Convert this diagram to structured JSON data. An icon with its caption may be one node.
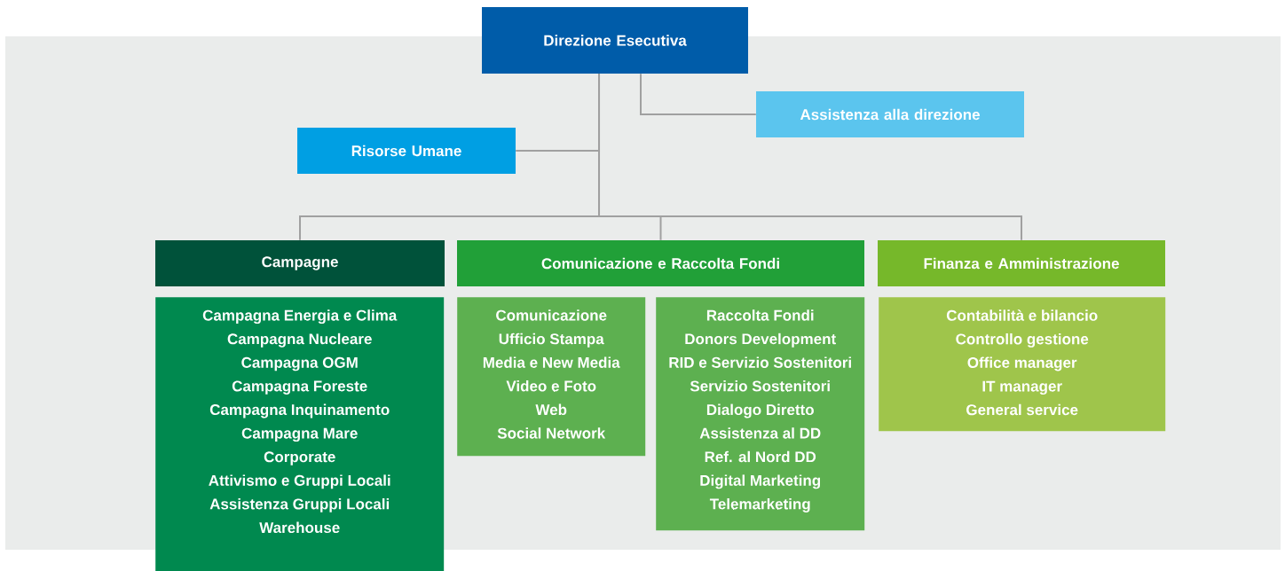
{
  "diagram": {
    "nodes": [
      {
        "text": [
          "Direzione Esecutiva"
        ]
      },
      {
        "text": [
          "Assistenza alla direzione"
        ]
      },
      {
        "text": [
          "Risorse Umane"
        ]
      },
      {
        "text": [
          "Campagne"
        ]
      },
      {
        "text": [
          "Comunicazione e Raccolta Fondi"
        ]
      },
      {
        "text": [
          "Finanza e Amministrazione"
        ]
      },
      {
        "text": [
          "Campagna Energia e Clima",
          "Campagna Nucleare",
          "Campagna OGM",
          "Campagna Foreste",
          "Campagna Inquinamento",
          "Campagna Mare",
          "Corporate",
          "Attivismo e Gruppi Locali",
          "Assistenza Gruppi Locali",
          "Warehouse"
        ]
      },
      {
        "text": [
          "Comunicazione",
          "Ufficio Stampa",
          "Media e New Media",
          "Video e Foto",
          "Web",
          "Social Network"
        ]
      },
      {
        "text": [
          "Raccolta Fondi",
          "Donors Development",
          "RID e Servizio Sostenitori",
          "Servizio Sostenitori",
          "Dialogo Diretto",
          "Assistenza al DD",
          "Ref. al Nord DD",
          "Digital Marketing",
          "Telemarketing"
        ]
      },
      {
        "text": [
          "Contabilità e bilancio",
          "Controllo gestione",
          "Office manager",
          "IT manager",
          "General service"
        ]
      }
    ],
    "edges": [
      {
        "from": 0,
        "to": 1,
        "arrow": "none"
      },
      {
        "from": 0,
        "to": 2,
        "arrow": "none"
      },
      {
        "from": 0,
        "to": 3,
        "arrow": "none"
      },
      {
        "from": 0,
        "to": 4,
        "arrow": "none"
      },
      {
        "from": 0,
        "to": 5,
        "arrow": "none"
      }
    ]
  }
}
